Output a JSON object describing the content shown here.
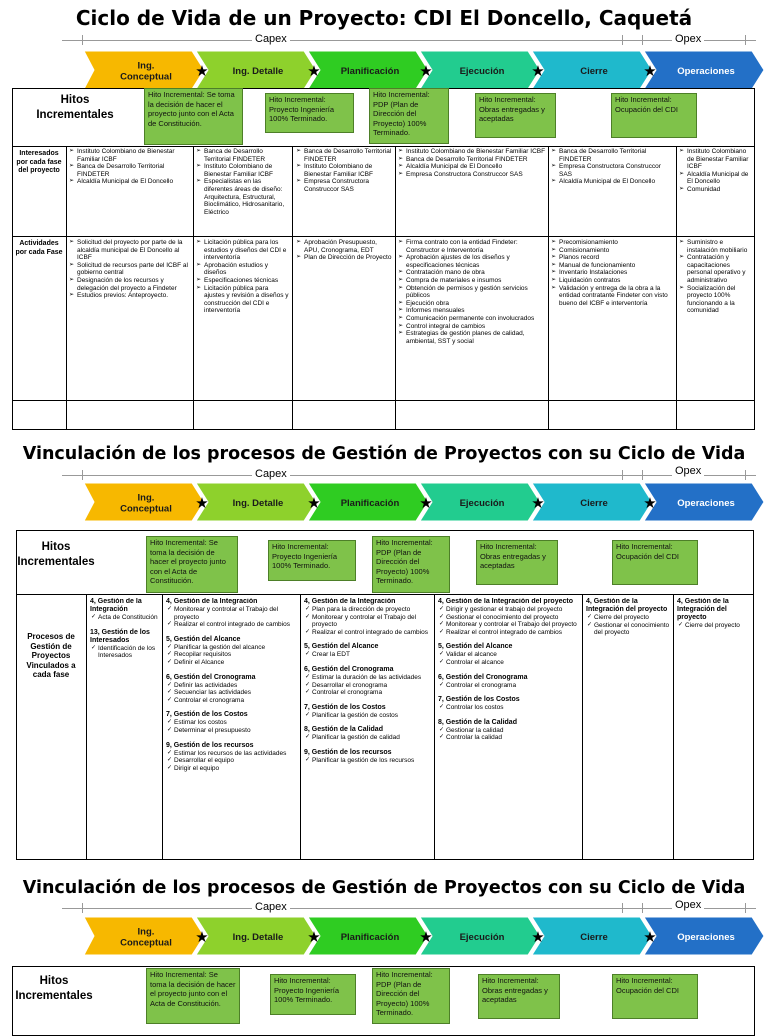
{
  "panel1": {
    "title": "Ciclo de Vida de un Proyecto: CDI El Doncello, Caquetá",
    "capex": "Capex",
    "opex": "Opex",
    "phases": [
      "Ing. Conceptual",
      "Ing. Detalle",
      "Planificación",
      "Ejecución",
      "Cierre",
      "Operaciones"
    ],
    "hitos_label": "Hitos Incrementales",
    "milestones": [
      "Hito Incremental: Se toma la decisión de hacer el proyecto junto con el Acta de Constitución.",
      "Hito Incremental: Proyecto Ingeniería 100% Terminado.",
      "Hito Incremental: PDP (Plan de Dirección del Proyecto) 100% Terminado.",
      "Hito Incremental: Obras entregadas y aceptadas",
      "Hito Incremental: Ocupación del CDI"
    ],
    "interesados_label": "Interesados por cada fase del proyecto",
    "interesados": [
      [
        "Instituto Colombiano de Bienestar Familiar ICBF",
        "Banca de Desarrollo Territorial FINDETER",
        "Alcaldía Municipal de El Doncello"
      ],
      [
        "Banca de Desarrollo Territorial FINDETER",
        "Instituto Colombiano de Bienestar Familiar ICBF",
        "Especialistas en las diferentes áreas de diseño: Arquitectura, Estructural, Bioclimático, Hidrosanitario, Eléctrico"
      ],
      [
        "Banca de Desarrollo Territorial FINDETER",
        "Instituto Colombiano de Bienestar Familiar ICBF",
        "Empresa Constructora Construccor SAS"
      ],
      [
        "Instituto Colombiano de Bienestar Familiar ICBF",
        "Banca de Desarrollo Territorial FINDETER",
        "Alcaldía Municipal de El Doncello",
        "Empresa Constructora Construccor SAS"
      ],
      [
        "Banca de Desarrollo Territorial FINDETER",
        "Empresa Constructora Construccor SAS",
        "Alcaldía Municipal de El Doncello"
      ],
      [
        "Instituto Colombiano de Bienestar Familiar ICBF",
        "Alcaldía Municipal de El Doncello",
        "Comunidad"
      ]
    ],
    "actividades_label": "Actividades por cada Fase",
    "actividades": [
      [
        "Solicitud del proyecto por parte de la alcaldía municipal de El Doncello al ICBF",
        "Solicitud de recursos parte del ICBF al gobierno central",
        "Designación de los recursos y delegación del proyecto a Findeter",
        "Estudios previos: Anteproyecto."
      ],
      [
        "Licitación pública para los estudios y diseños del CDI e interventoría",
        "Aprobación estudios y diseños",
        "Especificaciones técnicas",
        "Licitación pública para ajustes y revisión a diseños y construcción del CDI e interventoría"
      ],
      [
        "Aprobación Presupuesto, APU, Cronograma, EDT",
        "Plan de Dirección de Proyecto"
      ],
      [
        "Firma contrato con la entidad Findeter: Constructor e Interventoría",
        "Aprobación ajustes de los diseños y especificaciones técnicas",
        "Contratación mano de obra",
        "Compra de materiales e insumos",
        "Obtención de permisos y gestión servicios públicos",
        "Ejecución obra",
        "Informes mensuales",
        "Comunicación permanente con involucrados",
        "Control integral de cambios",
        "Estrategias de gestión planes de calidad, ambiental, SST y social"
      ],
      [
        "Precomisionamiento",
        "Comisionamiento",
        "Planos record",
        "Manual de funcionamiento",
        "Inventario Instalaciones",
        "Liquidación contratos",
        "Validación y entrega de la obra a la entidad contratante Findeter con visto bueno del ICBF e interventoría"
      ],
      [
        "Suministro e instalación mobiliario",
        "Contratación y capacitaciones personal operativo y administrativo",
        "Socialización del proyecto 100% funcionando a la comunidad"
      ]
    ]
  },
  "panel2": {
    "title": "Vinculación de los procesos de Gestión de Proyectos con su Ciclo de Vida",
    "capex": "Capex",
    "opex": "Opex",
    "phases": [
      "Ing. Conceptual",
      "Ing. Detalle",
      "Planificación",
      "Ejecución",
      "Cierre",
      "Operaciones"
    ],
    "hitos_label": "Hitos Incrementales",
    "milestones": [
      "Hito Incremental: Se toma la decisión de hacer el proyecto junto con el Acta de Constitución.",
      "Hito Incremental: Proyecto Ingeniería 100% Terminado.",
      "Hito Incremental: PDP (Plan de Dirección del Proyecto) 100% Terminado.",
      "Hito Incremental: Obras entregadas y aceptadas",
      "Hito Incremental: Ocupación del CDI"
    ],
    "procesos_label": "Procesos de Gestión de Proyectos Vinculados a cada fase",
    "columns": [
      [
        {
          "h": "4, Gestión de la Integración",
          "items": [
            "Acta de Constitución"
          ]
        },
        {
          "h": "13, Gestión de los Interesados",
          "items": [
            "Identificación de los Interesados"
          ]
        }
      ],
      [
        {
          "h": "4, Gestión de la Integración",
          "items": [
            "Monitorear y controlar el Trabajo del proyecto",
            "Realizar el control integrado de cambios"
          ]
        },
        {
          "h": "5, Gestión del Alcance",
          "items": [
            "Planificar la gestión del alcance",
            "Recopilar requisitos",
            "Definir el Alcance"
          ]
        },
        {
          "h": "6, Gestión del Cronograma",
          "items": [
            "Definir las actividades",
            "Secuenciar las actividades",
            "Controlar el cronograma"
          ]
        },
        {
          "h": "7, Gestión de los Costos",
          "items": [
            "Estimar los costos",
            "Determinar el presupuesto"
          ]
        },
        {
          "h": "9, Gestión de los recursos",
          "items": [
            "Estimar los recursos de las actividades",
            "Desarrollar el equipo",
            "Dirigir el equipo"
          ]
        }
      ],
      [
        {
          "h": "4, Gestión de la Integración",
          "items": [
            "Plan para la dirección de proyecto",
            "Monitorear y controlar el Trabajo del proyecto",
            "Realizar el control integrado de cambios"
          ]
        },
        {
          "h": "5, Gestión del Alcance",
          "items": [
            "Crear la EDT"
          ]
        },
        {
          "h": "6, Gestión del Cronograma",
          "items": [
            "Estimar la duración de las actividades",
            "Desarrollar el cronograma",
            "Controlar el cronograma"
          ]
        },
        {
          "h": "7, Gestión de los Costos",
          "items": [
            "Planificar la gestión de costos"
          ]
        },
        {
          "h": "8, Gestión de la Calidad",
          "items": [
            "Planificar la gestión de calidad"
          ]
        },
        {
          "h": "9, Gestión de los recursos",
          "items": [
            "Planificar la gestión de los recursos"
          ]
        }
      ],
      [
        {
          "h": "4, Gestión de la Integración del proyecto",
          "items": [
            "Dirigir y gestionar el trabajo del proyecto",
            "Gestionar el conocimiento del proyecto",
            "Monitorear y controlar el Trabajo del proyecto",
            "Realizar el control integrado de cambios"
          ]
        },
        {
          "h": "5, Gestión del Alcance",
          "items": [
            "Validar el alcance",
            "Controlar el alcance"
          ]
        },
        {
          "h": "6, Gestión del Cronograma",
          "items": [
            "Controlar el cronograma"
          ]
        },
        {
          "h": "7, Gestión de los Costos",
          "items": [
            "Controlar los costos"
          ]
        },
        {
          "h": "8, Gestión de la Calidad",
          "items": [
            "Gestionar la calidad",
            "Controlar la calidad"
          ]
        }
      ],
      [
        {
          "h": "4, Gestión de la Integración del proyecto",
          "items": [
            "Cierre del proyecto",
            "Gestionar el conocimiento del proyecto"
          ]
        }
      ],
      [
        {
          "h": "4, Gestión de la Integración del proyecto",
          "items": [
            "Cierre del proyecto"
          ]
        }
      ]
    ]
  },
  "panel3": {
    "title": "Vinculación de los procesos de Gestión de Proyectos con su Ciclo de Vida",
    "capex": "Capex",
    "opex": "Opex",
    "phases": [
      "Ing. Conceptual",
      "Ing. Detalle",
      "Planificación",
      "Ejecución",
      "Cierre",
      "Operaciones"
    ],
    "hitos_label": "Hitos Incrementales",
    "milestones": [
      "Hito Incremental: Se toma la decisión de hacer el proyecto junto con el Acta de Constitución.",
      "Hito Incremental: Proyecto Ingeniería 100% Terminado.",
      "Hito Incremental: PDP (Plan de Dirección del Proyecto) 100% Terminado.",
      "Hito Incremental: Obras entregadas y aceptadas",
      "Hito Incremental: Ocupación del CDI"
    ]
  },
  "colors": {
    "phase": [
      "#f7b800",
      "#8ed12c",
      "#2fcc22",
      "#22cc8f",
      "#1fb9cc",
      "#2370c7"
    ],
    "milestone": "#7fc24a"
  },
  "star_icon": "star-icon"
}
